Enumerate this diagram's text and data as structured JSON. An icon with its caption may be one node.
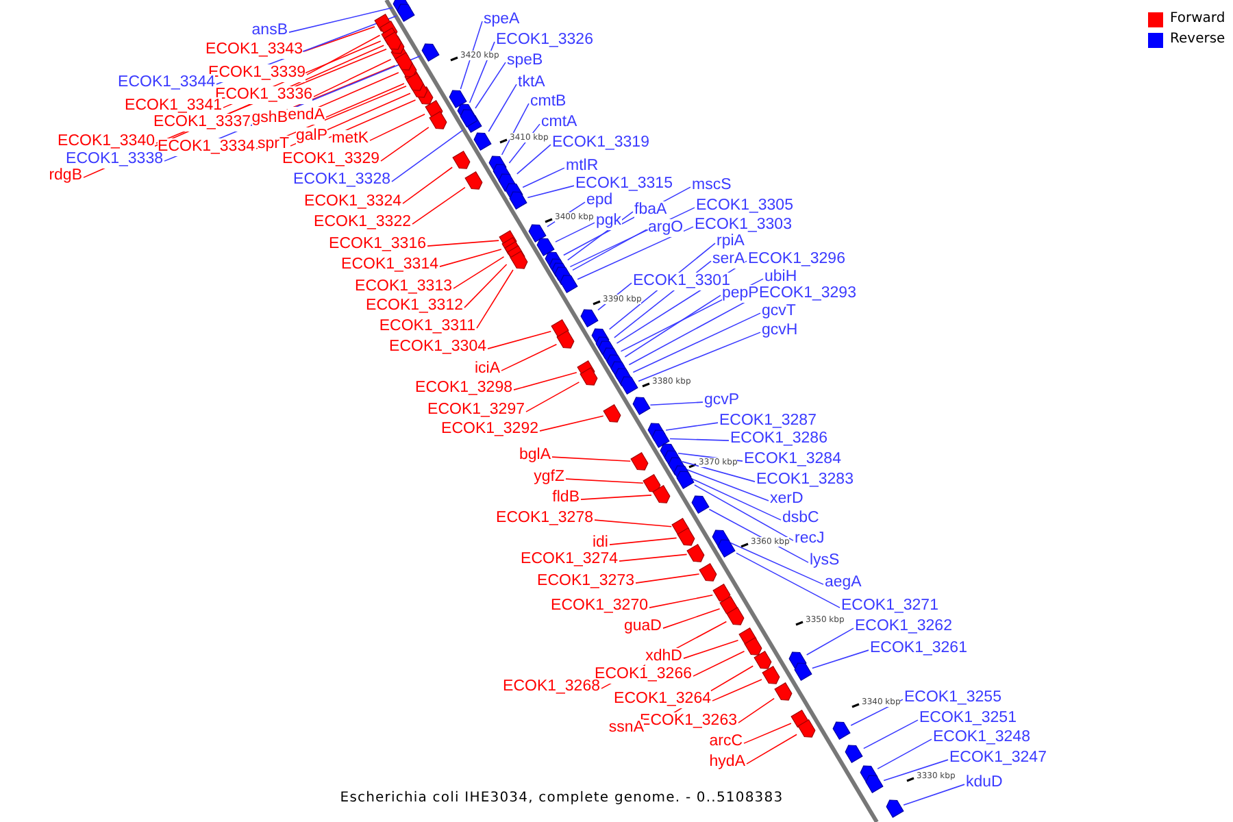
{
  "diagram": {
    "caption": "Escherichia coli IHE3034, complete genome. - 0..5108383",
    "nodes": [
      {
        "text": [
          "ansB"
        ]
      },
      {
        "text": [
          "ECOK1_3343"
        ]
      },
      {
        "text": [
          "ECOK1_3339"
        ]
      },
      {
        "text": [
          "ECOK1_3344"
        ]
      },
      {
        "text": [
          "ECOK1_3336"
        ]
      },
      {
        "text": [
          "ECOK1_3341"
        ]
      },
      {
        "text": [
          "endA"
        ]
      },
      {
        "text": [
          "gshB"
        ]
      },
      {
        "text": [
          "ECOK1_3337"
        ]
      },
      {
        "text": [
          "galP"
        ]
      },
      {
        "text": [
          "metK"
        ]
      },
      {
        "text": [
          "ECOK1_3340"
        ]
      },
      {
        "text": [
          "sprT"
        ]
      },
      {
        "text": [
          "ECOK1_3334"
        ]
      },
      {
        "text": [
          "ECOK1_3329"
        ]
      },
      {
        "text": [
          "ECOK1_3338"
        ]
      },
      {
        "text": [
          "rdgB"
        ]
      },
      {
        "text": [
          "ECOK1_3328"
        ]
      },
      {
        "text": [
          "ECOK1_3324"
        ]
      },
      {
        "text": [
          "ECOK1_3322"
        ]
      },
      {
        "text": [
          "ECOK1_3316"
        ]
      },
      {
        "text": [
          "ECOK1_3314"
        ]
      },
      {
        "text": [
          "ECOK1_3313"
        ]
      },
      {
        "text": [
          "ECOK1_3312"
        ]
      },
      {
        "text": [
          "ECOK1_3311"
        ]
      },
      {
        "text": [
          "ECOK1_3304"
        ]
      },
      {
        "text": [
          "iciA"
        ]
      },
      {
        "text": [
          "ECOK1_3298"
        ]
      },
      {
        "text": [
          "ECOK1_3297"
        ]
      },
      {
        "text": [
          "ECOK1_3292"
        ]
      },
      {
        "text": [
          "bglA"
        ]
      },
      {
        "text": [
          "ygfZ"
        ]
      },
      {
        "text": [
          "fldB"
        ]
      },
      {
        "text": [
          "ECOK1_3278"
        ]
      },
      {
        "text": [
          "idi"
        ]
      },
      {
        "text": [
          "ECOK1_3274"
        ]
      },
      {
        "text": [
          "ECOK1_3273"
        ]
      },
      {
        "text": [
          "ECOK1_3270"
        ]
      },
      {
        "text": [
          "guaD"
        ]
      },
      {
        "text": [
          "xdhD"
        ]
      },
      {
        "text": [
          "ECOK1_3266"
        ]
      },
      {
        "text": [
          "ECOK1_3268"
        ]
      },
      {
        "text": [
          "ECOK1_3264"
        ]
      },
      {
        "text": [
          "ECOK1_3263"
        ]
      },
      {
        "text": [
          "ssnA"
        ]
      },
      {
        "text": [
          "arcC"
        ]
      },
      {
        "text": [
          "hydA"
        ]
      },
      {
        "text": [
          "speA"
        ]
      },
      {
        "text": [
          "ECOK1_3326"
        ]
      },
      {
        "text": [
          "speB"
        ]
      },
      {
        "text": [
          "tktA"
        ]
      },
      {
        "text": [
          "cmtB"
        ]
      },
      {
        "text": [
          "cmtA"
        ]
      },
      {
        "text": [
          "ECOK1_3319"
        ]
      },
      {
        "text": [
          "mtlR"
        ]
      },
      {
        "text": [
          "ECOK1_3315"
        ]
      },
      {
        "text": [
          "epd"
        ]
      },
      {
        "text": [
          "mscS"
        ]
      },
      {
        "text": [
          "fbaA"
        ]
      },
      {
        "text": [
          "ECOK1_3305"
        ]
      },
      {
        "text": [
          "pgk"
        ]
      },
      {
        "text": [
          "argO"
        ]
      },
      {
        "text": [
          "ECOK1_3303"
        ]
      },
      {
        "text": [
          "rpiA"
        ]
      },
      {
        "text": [
          "serA"
        ]
      },
      {
        "text": [
          "ECOK1_3296"
        ]
      },
      {
        "text": [
          "ECOK1_3301"
        ]
      },
      {
        "text": [
          "ubiH"
        ]
      },
      {
        "text": [
          "pepP"
        ]
      },
      {
        "text": [
          "ECOK1_3293"
        ]
      },
      {
        "text": [
          "gcvT"
        ]
      },
      {
        "text": [
          "gcvH"
        ]
      },
      {
        "text": [
          "gcvP"
        ]
      },
      {
        "text": [
          "ECOK1_3287"
        ]
      },
      {
        "text": [
          "ECOK1_3286"
        ]
      },
      {
        "text": [
          "ECOK1_3284"
        ]
      },
      {
        "text": [
          "ECOK1_3283"
        ]
      },
      {
        "text": [
          "xerD"
        ]
      },
      {
        "text": [
          "dsbC"
        ]
      },
      {
        "text": [
          "recJ"
        ]
      },
      {
        "text": [
          "lysS"
        ]
      },
      {
        "text": [
          "aegA"
        ]
      },
      {
        "text": [
          "ECOK1_3271"
        ]
      },
      {
        "text": [
          "ECOK1_3262"
        ]
      },
      {
        "text": [
          "ECOK1_3261"
        ]
      },
      {
        "text": [
          "ECOK1_3255"
        ]
      },
      {
        "text": [
          "ECOK1_3251"
        ]
      },
      {
        "text": [
          "ECOK1_3248"
        ]
      },
      {
        "text": [
          "ECOK1_3247"
        ]
      },
      {
        "text": [
          "kduD"
        ]
      },
      {
        "text": [],
        "shape": "arrow"
      },
      {
        "text": [],
        "shape": "arrow"
      },
      {
        "text": [],
        "shape": "arrow"
      },
      {
        "text": [],
        "shape": "arrow"
      },
      {
        "text": [],
        "shape": "arrow"
      },
      {
        "text": [],
        "shape": "arrow"
      },
      {
        "text": [],
        "shape": "arrow"
      },
      {
        "text": [],
        "shape": "arrow"
      },
      {
        "text": [],
        "shape": "arrow"
      },
      {
        "text": [],
        "shape": "arrow"
      },
      {
        "text": [],
        "shape": "arrow"
      },
      {
        "text": [],
        "shape": "arrow"
      },
      {
        "text": [],
        "shape": "arrow"
      },
      {
        "text": [],
        "shape": "arrow"
      },
      {
        "text": [],
        "shape": "arrow"
      },
      {
        "text": [],
        "shape": "arrow"
      },
      {
        "text": [],
        "shape": "arrow"
      },
      {
        "text": [],
        "shape": "arrow"
      },
      {
        "text": [],
        "shape": "arrow"
      },
      {
        "text": [],
        "shape": "arrow"
      },
      {
        "text": [],
        "shape": "arrow"
      },
      {
        "text": [],
        "shape": "arrow"
      },
      {
        "text": [],
        "shape": "arrow"
      },
      {
        "text": [],
        "shape": "arrow"
      },
      {
        "text": [],
        "shape": "arrow"
      },
      {
        "text": [],
        "shape": "arrow"
      },
      {
        "text": [],
        "shape": "arrow"
      },
      {
        "text": [],
        "shape": "arrow"
      },
      {
        "text": [],
        "shape": "arrow"
      },
      {
        "text": [],
        "shape": "arrow"
      },
      {
        "text": [],
        "shape": "arrow"
      },
      {
        "text": [],
        "shape": "arrow"
      },
      {
        "text": [],
        "shape": "arrow"
      },
      {
        "text": [],
        "shape": "arrow"
      },
      {
        "text": [],
        "shape": "arrow"
      },
      {
        "text": [],
        "shape": "arrow"
      },
      {
        "text": [],
        "shape": "arrow"
      },
      {
        "text": [],
        "shape": "arrow"
      },
      {
        "text": [],
        "shape": "arrow"
      },
      {
        "text": [],
        "shape": "arrow"
      },
      {
        "text": [],
        "shape": "arrow"
      },
      {
        "text": [],
        "shape": "arrow"
      },
      {
        "text": [],
        "shape": "arrow"
      },
      {
        "text": [],
        "shape": "arrow"
      },
      {
        "text": [],
        "shape": "arrow"
      },
      {
        "text": [],
        "shape": "arrow"
      },
      {
        "text": [],
        "shape": "arrow"
      },
      {
        "text": [],
        "shape": "arrow"
      },
      {
        "text": [],
        "shape": "arrow"
      },
      {
        "text": [],
        "shape": "arrow"
      },
      {
        "text": [],
        "shape": "arrow"
      },
      {
        "text": [],
        "shape": "arrow"
      },
      {
        "text": [],
        "shape": "arrow"
      },
      {
        "text": [],
        "shape": "arrow"
      },
      {
        "text": [],
        "shape": "arrow"
      },
      {
        "text": [],
        "shape": "arrow"
      },
      {
        "text": [],
        "shape": "arrow"
      },
      {
        "text": [],
        "shape": "arrow"
      },
      {
        "text": [],
        "shape": "arrow"
      },
      {
        "text": [],
        "shape": "arrow"
      },
      {
        "text": [],
        "shape": "arrow"
      },
      {
        "text": [],
        "shape": "arrow"
      },
      {
        "text": [],
        "shape": "arrow"
      },
      {
        "text": [],
        "shape": "arrow"
      },
      {
        "text": [],
        "shape": "arrow"
      },
      {
        "text": [],
        "shape": "arrow"
      },
      {
        "text": [],
        "shape": "arrow"
      },
      {
        "text": [],
        "shape": "arrow"
      },
      {
        "text": [],
        "shape": "arrow"
      },
      {
        "text": [],
        "shape": "arrow"
      },
      {
        "text": [],
        "shape": "arrow"
      },
      {
        "text": [],
        "shape": "arrow"
      },
      {
        "text": [],
        "shape": "arrow"
      },
      {
        "text": [],
        "shape": "arrow"
      },
      {
        "text": [],
        "shape": "arrow"
      },
      {
        "text": [],
        "shape": "arrow"
      },
      {
        "text": [],
        "shape": "arrow"
      },
      {
        "text": [],
        "shape": "arrow"
      },
      {
        "text": [],
        "shape": "arrow"
      },
      {
        "text": [],
        "shape": "arrow"
      },
      {
        "text": [],
        "shape": "arrow"
      },
      {
        "text": [],
        "shape": "arrow"
      },
      {
        "text": [],
        "shape": "arrow"
      },
      {
        "text": [],
        "shape": "arrow"
      },
      {
        "text": [],
        "shape": "arrow"
      },
      {
        "text": [],
        "shape": "arrow"
      },
      {
        "text": [],
        "shape": "arrow"
      },
      {
        "text": [],
        "shape": "arrow"
      },
      {
        "text": [],
        "shape": "arrow"
      },
      {
        "text": [],
        "shape": "arrow"
      }
    ],
    "edges": [
      {
        "from": 0,
        "to": 90,
        "arrow": "none"
      },
      {
        "from": 1,
        "to": 91,
        "arrow": "none",
        "color": "#ff0000"
      },
      {
        "from": 2,
        "to": 92,
        "arrow": "none",
        "color": "#ff0000"
      },
      {
        "from": 3,
        "to": 93,
        "arrow": "none"
      },
      {
        "from": 4,
        "to": 94,
        "arrow": "none",
        "color": "#ff0000"
      },
      {
        "from": 5,
        "to": 95,
        "arrow": "none",
        "color": "#ff0000"
      },
      {
        "from": 6,
        "to": 96,
        "arrow": "none",
        "color": "#ff0000"
      },
      {
        "from": 7,
        "to": 97,
        "arrow": "none",
        "color": "#ff0000"
      },
      {
        "from": 8,
        "to": 98,
        "arrow": "none",
        "color": "#ff0000"
      },
      {
        "from": 9,
        "to": 99,
        "arrow": "none",
        "color": "#ff0000"
      },
      {
        "from": 10,
        "to": 100,
        "arrow": "none",
        "color": "#ff0000"
      },
      {
        "from": 11,
        "to": 101,
        "arrow": "none",
        "color": "#ff0000"
      },
      {
        "from": 12,
        "to": 102,
        "arrow": "none",
        "color": "#ff0000"
      },
      {
        "from": 13,
        "to": 103,
        "arrow": "none",
        "color": "#ff0000"
      },
      {
        "from": 14,
        "to": 104,
        "arrow": "none",
        "color": "#ff0000"
      },
      {
        "from": 15,
        "to": 105,
        "arrow": "none"
      },
      {
        "from": 16,
        "to": 106,
        "arrow": "none",
        "color": "#ff0000"
      },
      {
        "from": 17,
        "to": 107,
        "arrow": "none"
      },
      {
        "from": 18,
        "to": 108,
        "arrow": "none",
        "color": "#ff0000"
      },
      {
        "from": 19,
        "to": 109,
        "arrow": "none",
        "color": "#ff0000"
      },
      {
        "from": 20,
        "to": 110,
        "arrow": "none",
        "color": "#ff0000"
      },
      {
        "from": 21,
        "to": 111,
        "arrow": "none",
        "color": "#ff0000"
      },
      {
        "from": 22,
        "to": 112,
        "arrow": "none",
        "color": "#ff0000"
      },
      {
        "from": 23,
        "to": 113,
        "arrow": "none",
        "color": "#ff0000"
      },
      {
        "from": 24,
        "to": 114,
        "arrow": "none",
        "color": "#ff0000"
      },
      {
        "from": 25,
        "to": 115,
        "arrow": "none",
        "color": "#ff0000"
      },
      {
        "from": 26,
        "to": 116,
        "arrow": "none",
        "color": "#ff0000"
      },
      {
        "from": 27,
        "to": 117,
        "arrow": "none",
        "color": "#ff0000"
      },
      {
        "from": 28,
        "to": 118,
        "arrow": "none",
        "color": "#ff0000"
      },
      {
        "from": 29,
        "to": 119,
        "arrow": "none",
        "color": "#ff0000"
      },
      {
        "from": 30,
        "to": 120,
        "arrow": "none",
        "color": "#ff0000"
      },
      {
        "from": 31,
        "to": 121,
        "arrow": "none",
        "color": "#ff0000"
      },
      {
        "from": 32,
        "to": 122,
        "arrow": "none",
        "color": "#ff0000"
      },
      {
        "from": 33,
        "to": 123,
        "arrow": "none",
        "color": "#ff0000"
      },
      {
        "from": 34,
        "to": 124,
        "arrow": "none",
        "color": "#ff0000"
      },
      {
        "from": 35,
        "to": 125,
        "arrow": "none",
        "color": "#ff0000"
      },
      {
        "from": 36,
        "to": 126,
        "arrow": "none",
        "color": "#ff0000"
      },
      {
        "from": 37,
        "to": 127,
        "arrow": "none",
        "color": "#ff0000"
      },
      {
        "from": 38,
        "to": 128,
        "arrow": "none",
        "color": "#ff0000"
      },
      {
        "from": 39,
        "to": 129,
        "arrow": "none",
        "color": "#ff0000"
      },
      {
        "from": 40,
        "to": 130,
        "arrow": "none",
        "color": "#ff0000"
      },
      {
        "from": 41,
        "to": 131,
        "arrow": "none",
        "color": "#ff0000"
      },
      {
        "from": 42,
        "to": 132,
        "arrow": "none",
        "color": "#ff0000"
      },
      {
        "from": 43,
        "to": 133,
        "arrow": "none",
        "color": "#ff0000"
      },
      {
        "from": 44,
        "to": 134,
        "arrow": "none",
        "color": "#ff0000"
      },
      {
        "from": 45,
        "to": 135,
        "arrow": "none",
        "color": "#ff0000"
      },
      {
        "from": 46,
        "to": 136,
        "arrow": "none",
        "color": "#ff0000"
      },
      {
        "from": 47,
        "to": 137,
        "arrow": "none"
      },
      {
        "from": 48,
        "to": 138,
        "arrow": "none"
      },
      {
        "from": 49,
        "to": 139,
        "arrow": "none"
      },
      {
        "from": 50,
        "to": 140,
        "arrow": "none"
      },
      {
        "from": 51,
        "to": 141,
        "arrow": "none"
      },
      {
        "from": 52,
        "to": 142,
        "arrow": "none"
      },
      {
        "from": 53,
        "to": 143,
        "arrow": "none"
      },
      {
        "from": 54,
        "to": 144,
        "arrow": "none"
      },
      {
        "from": 55,
        "to": 145,
        "arrow": "none"
      },
      {
        "from": 56,
        "to": 146,
        "arrow": "none"
      },
      {
        "from": 57,
        "to": 147,
        "arrow": "none"
      },
      {
        "from": 58,
        "to": 148,
        "arrow": "none"
      },
      {
        "from": 59,
        "to": 149,
        "arrow": "none"
      },
      {
        "from": 60,
        "to": 150,
        "arrow": "none"
      },
      {
        "from": 61,
        "to": 151,
        "arrow": "none"
      },
      {
        "from": 62,
        "to": 152,
        "arrow": "none"
      },
      {
        "from": 63,
        "to": 153,
        "arrow": "none"
      },
      {
        "from": 64,
        "to": 154,
        "arrow": "none"
      },
      {
        "from": 65,
        "to": 155,
        "arrow": "none"
      },
      {
        "from": 66,
        "to": 156,
        "arrow": "none"
      },
      {
        "from": 67,
        "to": 157,
        "arrow": "none"
      },
      {
        "from": 68,
        "to": 158,
        "arrow": "none"
      },
      {
        "from": 69,
        "to": 159,
        "arrow": "none"
      },
      {
        "from": 70,
        "to": 160,
        "arrow": "none"
      },
      {
        "from": 71,
        "to": 161,
        "arrow": "none"
      },
      {
        "from": 72,
        "to": 162,
        "arrow": "none"
      },
      {
        "from": 73,
        "to": 163,
        "arrow": "none"
      },
      {
        "from": 74,
        "to": 164,
        "arrow": "none"
      },
      {
        "from": 75,
        "to": 165,
        "arrow": "none"
      },
      {
        "from": 76,
        "to": 166,
        "arrow": "none"
      },
      {
        "from": 77,
        "to": 167,
        "arrow": "none"
      },
      {
        "from": 78,
        "to": 168,
        "arrow": "none"
      },
      {
        "from": 79,
        "to": 169,
        "arrow": "none"
      },
      {
        "from": 80,
        "to": 170,
        "arrow": "none"
      },
      {
        "from": 81,
        "to": 171,
        "arrow": "none"
      },
      {
        "from": 82,
        "to": 172,
        "arrow": "none"
      },
      {
        "from": 83,
        "to": 173,
        "arrow": "none"
      },
      {
        "from": 84,
        "to": 174,
        "arrow": "none"
      },
      {
        "from": 85,
        "to": 175,
        "arrow": "none"
      },
      {
        "from": 86,
        "to": 176,
        "arrow": "none"
      },
      {
        "from": 87,
        "to": 177,
        "arrow": "none"
      },
      {
        "from": 88,
        "to": 178,
        "arrow": "none"
      },
      {
        "from": 89,
        "to": 179,
        "arrow": "none"
      }
    ],
    "labels": [
      "3420 kbp",
      "3410 kbp",
      "3400 kbp",
      "3390 kbp",
      "3380 kbp",
      "3370 kbp",
      "3360 kbp",
      "3350 kbp",
      "3340 kbp",
      "3330 kbp"
    ],
    "legend": [
      {
        "text": "Forward",
        "color": "#ff0000"
      },
      {
        "text": "Reverse",
        "color": "#0000ff"
      }
    ]
  }
}
